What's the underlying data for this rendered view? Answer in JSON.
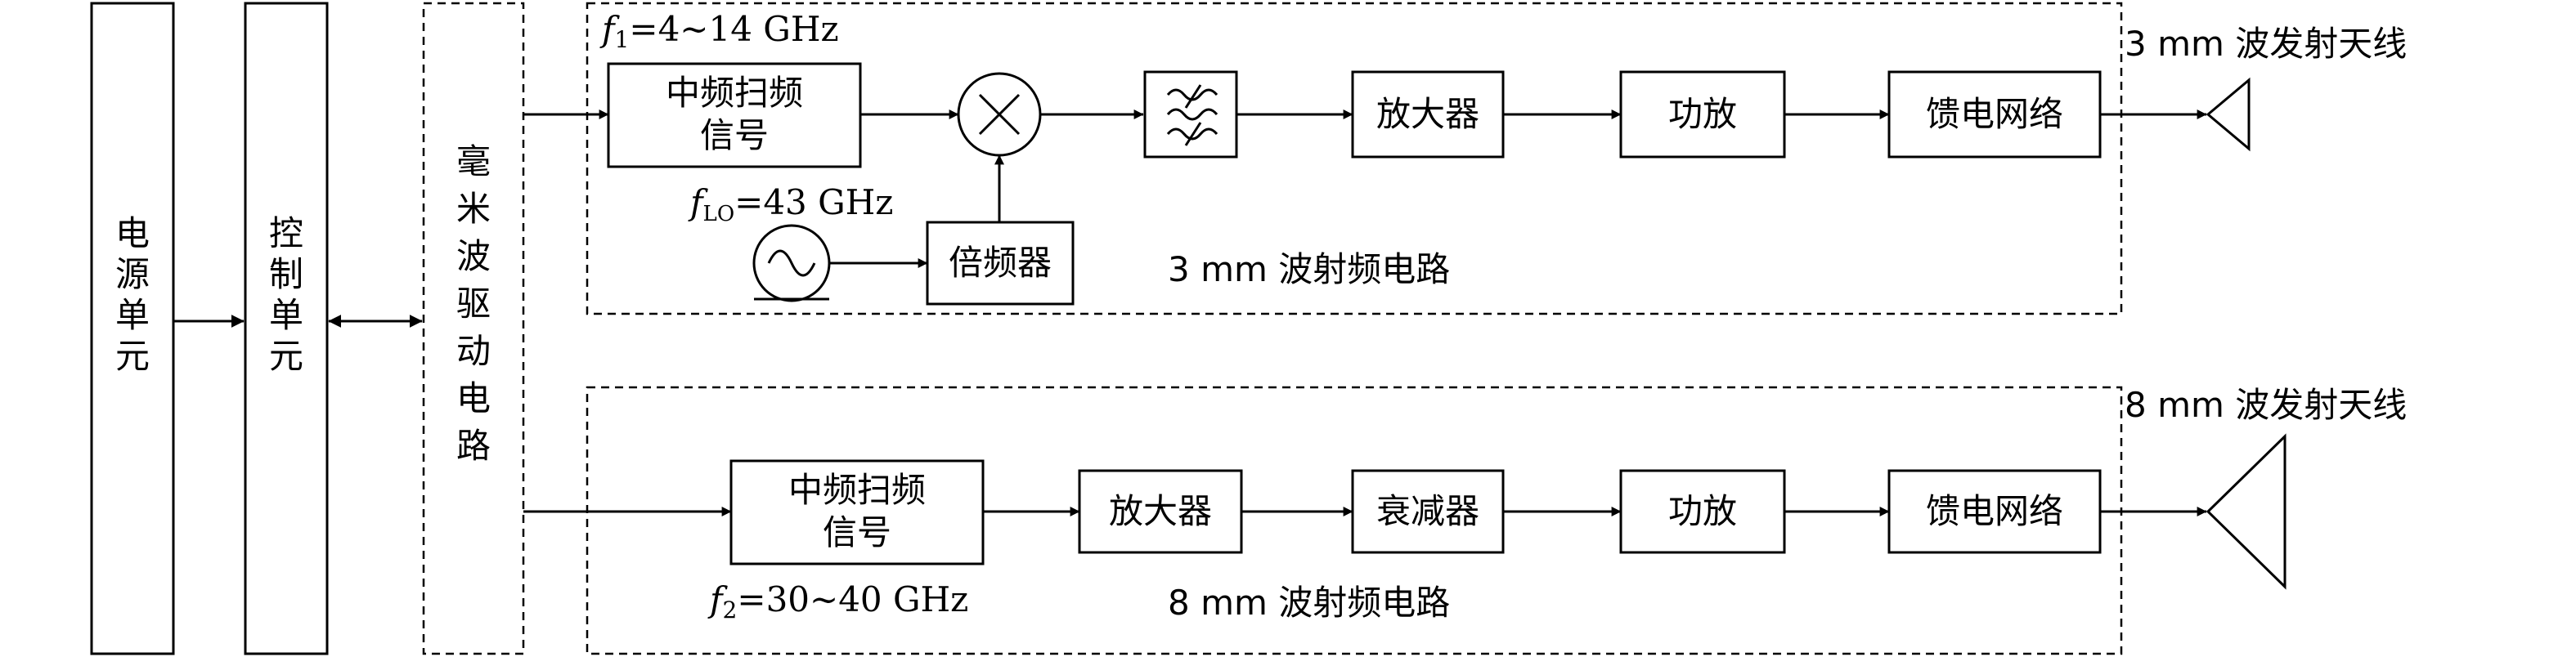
{
  "left_units": {
    "power": [
      "电",
      "源",
      "单",
      "元"
    ],
    "control": [
      "控",
      "制",
      "单",
      "元"
    ],
    "driver": [
      "毫",
      "米",
      "波",
      "驱",
      "动",
      "电",
      "路"
    ]
  },
  "top_circuit": {
    "freq_sym": "f",
    "freq_sub": "1",
    "freq_val": "=4~14 GHz",
    "if_line1": "中频扫频",
    "if_line2": "信号",
    "lo_sym": "f",
    "lo_sub": "LO",
    "lo_val": "=43 GHz",
    "multiplier": "倍频器",
    "amplifier": "放大器",
    "power_amp": "功放",
    "feed": "馈电网络",
    "label": "3 mm 波射频电路",
    "antenna": "3 mm 波发射天线"
  },
  "bottom_circuit": {
    "if_line1": "中频扫频",
    "if_line2": "信号",
    "freq_sym": "f",
    "freq_sub": "2",
    "freq_val": "=30~40 GHz",
    "amplifier": "放大器",
    "attenuator": "衰减器",
    "power_amp": "功放",
    "feed": "馈电网络",
    "label": "8 mm 波射频电路",
    "antenna": "8 mm 波发射天线"
  }
}
